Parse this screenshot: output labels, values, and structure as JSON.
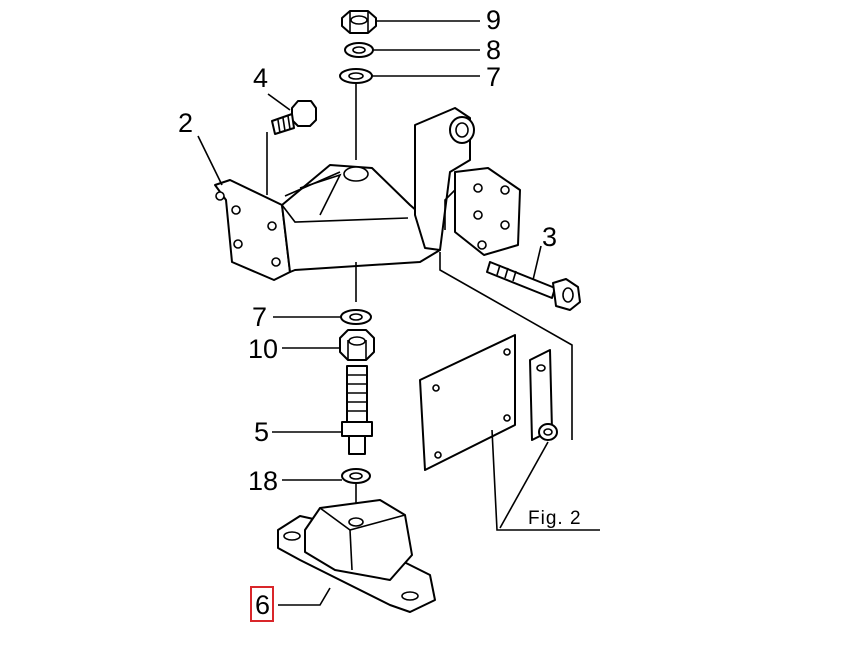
{
  "callouts": {
    "c9": "9",
    "c8": "8",
    "c7_top": "7",
    "c4": "4",
    "c2": "2",
    "c3": "3",
    "c7_mid": "7",
    "c10": "10",
    "c5": "5",
    "c18": "18",
    "c6": "6"
  },
  "figure_label": "Fig. 2",
  "colors": {
    "line": "#000000",
    "background": "#ffffff",
    "highlight": "#d9262a"
  }
}
